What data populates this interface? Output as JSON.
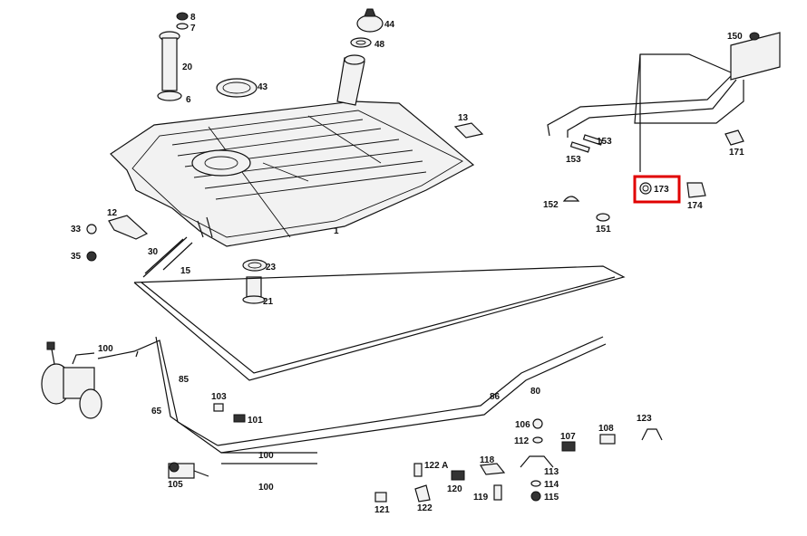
{
  "labels": {
    "l8": "8",
    "l7": "7",
    "l20": "20",
    "l6": "6",
    "l44": "44",
    "l48": "48",
    "l43": "43",
    "l13": "13",
    "l1": "1",
    "l12": "12",
    "l33": "33",
    "l35": "35",
    "l30": "30",
    "l15": "15",
    "l23": "23",
    "l21": "21",
    "l150": "150",
    "l153a": "153",
    "l153b": "153",
    "l171": "171",
    "l173": "173",
    "l174": "174",
    "l152": "152",
    "l151": "151",
    "l100a": "100",
    "l85": "85",
    "l65": "65",
    "l103": "103",
    "l101": "101",
    "l100b": "100",
    "l100c": "100",
    "l105": "105",
    "l86": "86",
    "l80": "80",
    "l106": "106",
    "l112": "112",
    "l107": "107",
    "l108": "108",
    "l123": "123",
    "l122a": "122 A",
    "l118": "118",
    "l113": "113",
    "l114": "114",
    "l115": "115",
    "l120": "120",
    "l119": "119",
    "l121": "121",
    "l122": "122"
  },
  "highlight": {
    "part": "173",
    "color": "#e00000"
  }
}
